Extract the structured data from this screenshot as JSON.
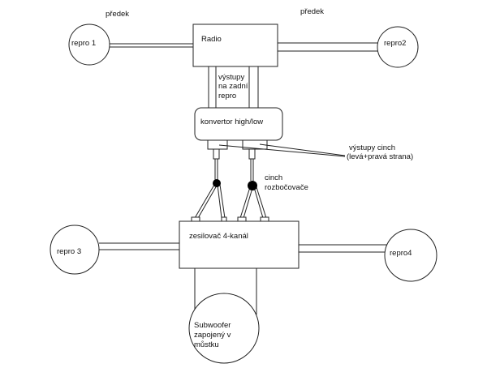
{
  "diagram": {
    "labels": {
      "front_left": "předek",
      "front_right": "předek",
      "rear_outputs": [
        "výstupy",
        "na zadní",
        "repro"
      ],
      "cinch_outputs": [
        "výstupy cinch",
        "(levá+pravá strana)"
      ],
      "cinch_splitters": [
        "cinch",
        "rozbočovače"
      ]
    },
    "nodes": {
      "radio": "Radio",
      "converter": "konvertor high/low",
      "amplifier": "zesilovač 4-kanál",
      "speaker1": "repro 1",
      "speaker2": "repro2",
      "speaker3": "repro 3",
      "speaker4": "repro4",
      "subwoofer": [
        "Subwoofer",
        "zapojený v",
        "můstku"
      ]
    },
    "colors": {
      "line": "#222222",
      "background": "#ffffff",
      "splitter": "#000000"
    }
  }
}
